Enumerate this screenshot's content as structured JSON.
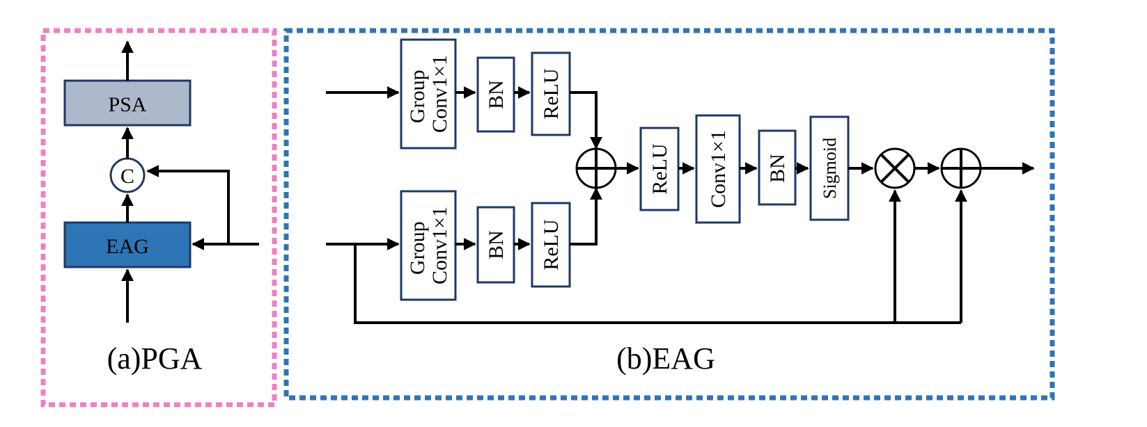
{
  "panel_a": {
    "caption": "(a)PGA",
    "psa_label": "PSA",
    "concat_label": "C",
    "eag_label": "EAG",
    "border_color": "#f07fc4",
    "psa_fill": "#adb9ca",
    "eag_fill": "#2e75b6"
  },
  "panel_b": {
    "caption": "(b)EAG",
    "border_color": "#2e75b6",
    "box_border_color": "#1f3864",
    "top_branch": {
      "group_conv_line1": "Group",
      "group_conv_line2": "Conv1×1",
      "bn": "BN",
      "relu": "ReLU"
    },
    "bottom_branch": {
      "group_conv_line1": "Group",
      "group_conv_line2": "Conv1×1",
      "bn": "BN",
      "relu": "ReLU"
    },
    "merge": {
      "relu": "ReLU",
      "conv": "Conv1×1",
      "bn": "BN",
      "sigmoid": "Sigmoid"
    },
    "operators": [
      "add",
      "multiply",
      "add"
    ]
  }
}
